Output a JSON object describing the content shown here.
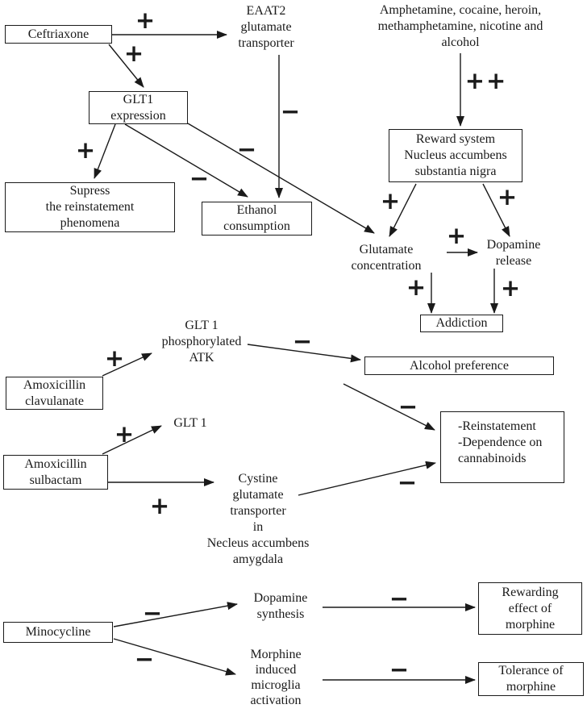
{
  "diagram": {
    "colors": {
      "ink": "#1a1a1a",
      "background": "#ffffff"
    },
    "nodes": {
      "ceftriaxone": {
        "boxed": true,
        "lines": [
          "Ceftriaxone"
        ]
      },
      "eaat2": {
        "boxed": false,
        "lines": [
          "EAAT2",
          "glutamate",
          "transporter"
        ]
      },
      "amphetamine": {
        "boxed": false,
        "lines": [
          "Amphetamine, cocaine, heroin,",
          "methamphetamine, nicotine and",
          "alcohol"
        ]
      },
      "glt1_expression": {
        "boxed": true,
        "lines": [
          "GLT1",
          "expression"
        ]
      },
      "reward_system": {
        "boxed": true,
        "lines": [
          "Reward system",
          "Nucleus accumbens",
          "substantia nigra"
        ]
      },
      "supress": {
        "boxed": true,
        "lines": [
          "Supress",
          "the reinstatement",
          "phenomena"
        ]
      },
      "ethanol": {
        "boxed": true,
        "lines": [
          "Ethanol",
          "consumption"
        ]
      },
      "glutamate_concentration": {
        "boxed": false,
        "lines": [
          "Glutamate",
          "concentration"
        ]
      },
      "dopamine_release": {
        "boxed": false,
        "lines": [
          "Dopamine",
          "release"
        ]
      },
      "addiction": {
        "boxed": true,
        "lines": [
          "Addiction"
        ]
      },
      "amox_clavulanate": {
        "boxed": true,
        "lines": [
          "Amoxicillin",
          "clavulanate"
        ]
      },
      "glt1_atk": {
        "boxed": false,
        "lines": [
          "GLT 1",
          "phosphorylated",
          "ATK"
        ]
      },
      "alcohol_preference": {
        "boxed": true,
        "lines": [
          "Alcohol preference"
        ]
      },
      "glt1": {
        "boxed": false,
        "lines": [
          "GLT 1"
        ]
      },
      "amox_sulbactam": {
        "boxed": true,
        "lines": [
          "Amoxicillin",
          "sulbactam"
        ]
      },
      "cystine": {
        "boxed": false,
        "lines": [
          "Cystine",
          "glutamate",
          "transporter",
          "in",
          "Necleus accumbens",
          "amygdala"
        ]
      },
      "reinstatement": {
        "boxed": true,
        "lines": [
          "-Reinstatement",
          "-Dependence on",
          "cannabinoids"
        ]
      },
      "minocycline": {
        "boxed": true,
        "lines": [
          "Minocycline"
        ]
      },
      "dopamine_synthesis": {
        "boxed": false,
        "lines": [
          "Dopamine",
          "synthesis"
        ]
      },
      "morphine_microglia": {
        "boxed": false,
        "lines": [
          "Morphine",
          "induced",
          "microglia",
          "activation"
        ]
      },
      "rewarding_effect": {
        "boxed": true,
        "lines": [
          "Rewarding",
          "effect of",
          "morphine"
        ]
      },
      "tolerance": {
        "boxed": true,
        "lines": [
          "Tolerance of",
          "morphine"
        ]
      }
    },
    "edges": [
      {
        "from": "ceftriaxone",
        "to": "eaat2",
        "sign": "+"
      },
      {
        "from": "ceftriaxone",
        "to": "glt1_expression",
        "sign": "+"
      },
      {
        "from": "glt1_expression",
        "to": "supress",
        "sign": "+"
      },
      {
        "from": "glt1_expression",
        "to": "ethanol",
        "sign": "−"
      },
      {
        "from": "glt1_expression",
        "to": "glutamate_concentration",
        "sign": "−"
      },
      {
        "from": "eaat2",
        "to": "ethanol",
        "sign": "−"
      },
      {
        "from": "amphetamine",
        "to": "reward_system",
        "sign": "++"
      },
      {
        "from": "reward_system",
        "to": "glutamate_concentration",
        "sign": "+"
      },
      {
        "from": "reward_system",
        "to": "dopamine_release",
        "sign": "+"
      },
      {
        "from": "glutamate_concentration",
        "to": "dopamine_release",
        "sign": "+"
      },
      {
        "from": "glutamate_concentration",
        "to": "addiction",
        "sign": "+"
      },
      {
        "from": "dopamine_release",
        "to": "addiction",
        "sign": "+"
      },
      {
        "from": "amox_clavulanate",
        "to": "glt1_atk",
        "sign": "+"
      },
      {
        "from": "glt1_atk",
        "to": "alcohol_preference",
        "sign": "−"
      },
      {
        "from": "glt1_atk",
        "to": "reinstatement",
        "sign": "−"
      },
      {
        "from": "amox_sulbactam",
        "to": "glt1",
        "sign": "+"
      },
      {
        "from": "amox_sulbactam",
        "to": "cystine",
        "sign": "+"
      },
      {
        "from": "cystine",
        "to": "reinstatement",
        "sign": "−"
      },
      {
        "from": "minocycline",
        "to": "dopamine_synthesis",
        "sign": "−"
      },
      {
        "from": "minocycline",
        "to": "morphine_microglia",
        "sign": "−"
      },
      {
        "from": "dopamine_synthesis",
        "to": "rewarding_effect",
        "sign": "−"
      },
      {
        "from": "morphine_microglia",
        "to": "tolerance",
        "sign": "−"
      }
    ]
  }
}
